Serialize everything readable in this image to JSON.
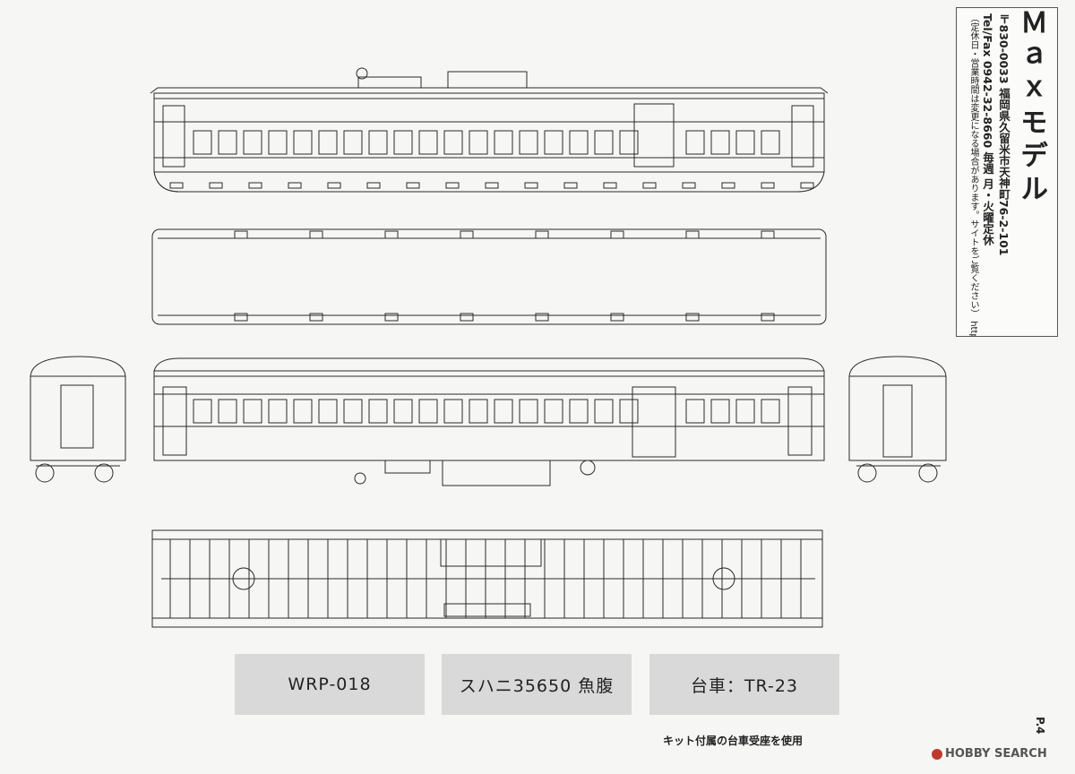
{
  "plates": {
    "product_code": "WRP-018",
    "model_name": "スハニ35650 魚腹",
    "bogie": "台車：TR-23"
  },
  "footnote": "キット付属の台車受座を使用",
  "page_label": "P.4",
  "maker": {
    "name": "Ｍａｘモデル",
    "address": "〒830-0033  福岡県久留米市天神町76-2-101",
    "tel": "Tel/Fax 0942-32-8660   毎週  月・火曜定休",
    "note": "（定休日・営業時間は変更になる場合があります。サイトをご覧ください）",
    "url": "http://www.kumin.ne.jp/~maxmodel/"
  },
  "watermark": "HOBBY SEARCH",
  "colors": {
    "line": "#2a2a2a",
    "plate": "#d9d9d9",
    "paper": "#f6f6f4"
  }
}
